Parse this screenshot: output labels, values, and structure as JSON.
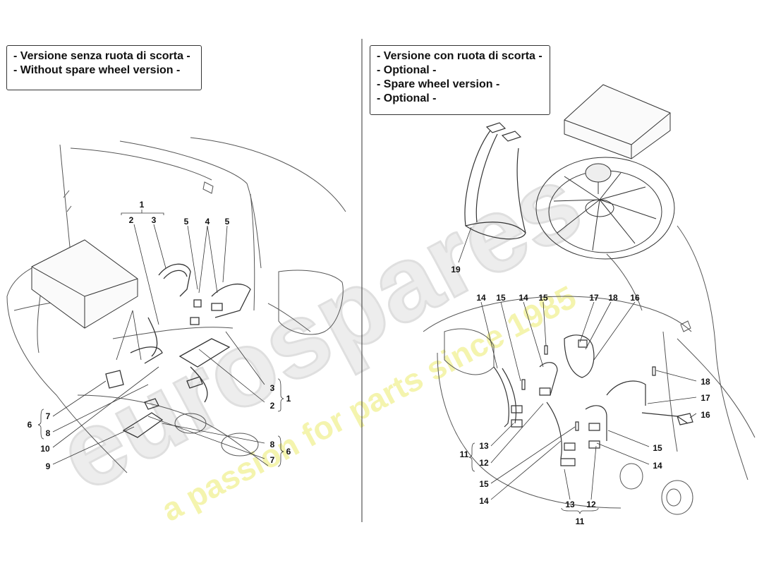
{
  "captions": {
    "left": [
      "- Versione senza ruota di scorta -",
      "- Without spare wheel version -"
    ],
    "right": [
      "- Versione con ruota di scorta -",
      "- Optional -",
      "- Spare wheel version -",
      "- Optional -"
    ]
  },
  "watermark": {
    "brand": "eurospares",
    "tagline": "a passion for parts since 1985"
  },
  "callouts_left": {
    "group1_top": "1",
    "c2_top": "2",
    "c3_top": "3",
    "c5a": "5",
    "c4": "4",
    "c5b": "5",
    "c3_right": "3",
    "c2_right": "2",
    "g1_right": "1",
    "c7_left": "7",
    "c8_left": "8",
    "g6_left": "6",
    "c10": "10",
    "c9": "9",
    "c8_right": "8",
    "c7_right": "7",
    "g6_right": "6"
  },
  "callouts_right": {
    "c19": "19",
    "c14a": "14",
    "c15a": "15",
    "c14b": "14",
    "c15b": "15",
    "c17a": "17",
    "c18a": "18",
    "c16a": "16",
    "c18b": "18",
    "c17b": "17",
    "c16b": "16",
    "c15c": "15",
    "c14c": "14",
    "c13a": "13",
    "c12a": "12",
    "g11a": "11",
    "c15d": "15",
    "c14d": "14",
    "c13b": "13",
    "c12b": "12",
    "g11b": "11"
  },
  "colors": {
    "line": "#333333",
    "watermark_gray": "#e4e4e4",
    "watermark_yellow": "#f2f2a0"
  }
}
